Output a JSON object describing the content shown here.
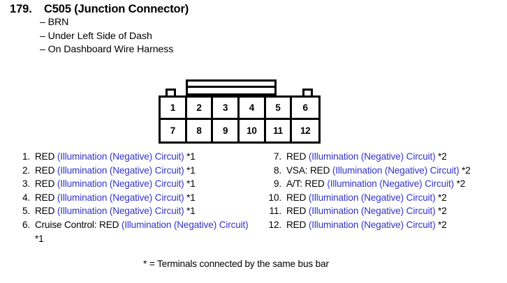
{
  "header": {
    "entry_number": "179.",
    "connector_title": "C505 (Junction Connector)",
    "details": [
      "– BRN",
      "– Under Left Side of Dash",
      "– On Dashboard Wire Harness"
    ]
  },
  "connector": {
    "pins_top": [
      "1",
      "2",
      "3",
      "4",
      "5",
      "6"
    ],
    "pins_bottom": [
      "7",
      "8",
      "9",
      "10",
      "11",
      "12"
    ]
  },
  "terminals": {
    "left": [
      {
        "index": "1.",
        "prefix": "RED ",
        "circuit": "(Illumination (Negative) Circuit)",
        "suffix": " *1"
      },
      {
        "index": "2.",
        "prefix": "RED ",
        "circuit": "(Illumination (Negative) Circuit)",
        "suffix": " *1"
      },
      {
        "index": "3.",
        "prefix": "RED ",
        "circuit": "(Illumination (Negative) Circuit)",
        "suffix": " *1"
      },
      {
        "index": "4.",
        "prefix": "RED ",
        "circuit": "(Illumination (Negative) Circuit)",
        "suffix": " *1"
      },
      {
        "index": "5.",
        "prefix": "RED ",
        "circuit": "(Illumination (Negative) Circuit)",
        "suffix": " *1"
      },
      {
        "index": "6.",
        "prefix": "Cruise Control: RED ",
        "circuit": "(Illumination (Negative) Circuit)",
        "suffix": " *1"
      }
    ],
    "right": [
      {
        "index": "7.",
        "prefix": "RED ",
        "circuit": "(Illumination (Negative) Circuit)",
        "suffix": " *2"
      },
      {
        "index": "8.",
        "prefix": "VSA: RED ",
        "circuit": "(Illumination (Negative) Circuit)",
        "suffix": " *2"
      },
      {
        "index": "9.",
        "prefix": "A/T: RED ",
        "circuit": "(Illumination (Negative) Circuit)",
        "suffix": " *2"
      },
      {
        "index": "10.",
        "prefix": "RED ",
        "circuit": "(Illumination (Negative) Circuit)",
        "suffix": " *2"
      },
      {
        "index": "11.",
        "prefix": "RED ",
        "circuit": "(Illumination (Negative) Circuit)",
        "suffix": " *2"
      },
      {
        "index": "12.",
        "prefix": "RED ",
        "circuit": "(Illumination (Negative) Circuit)",
        "suffix": " *2"
      }
    ]
  },
  "footer": {
    "bus_bar_note": "* = Terminals connected by the same bus bar"
  },
  "colors": {
    "circuit_text": "#3333cc",
    "body_text": "#000000",
    "background": "#ffffff"
  }
}
